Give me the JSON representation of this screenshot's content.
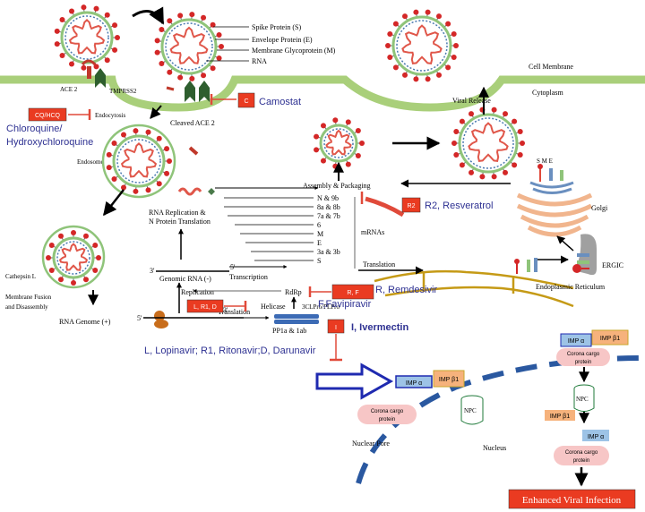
{
  "labels": {
    "spike": "Spike Protein (S)",
    "envelope": "Envelope Protein (E)",
    "membrane": "Membrane Glycoprotein (M)",
    "rna": "RNA",
    "cell_membrane": "Cell Membrane",
    "cytoplasm": "Cytoplasm",
    "viral_release": "Viral Release",
    "ace2": "ACE 2",
    "tmprss2": "TMPRSS2",
    "cleaved_ace2": "Cleaved ACE 2",
    "endocytosis": "Endocytosis",
    "endosome": "Endosome",
    "assembly": "Assembly & Packaging",
    "rna_rep_1": "RNA Replication &",
    "rna_rep_2": "N Protein Translation",
    "golgi": "Golgi",
    "ergic": "ERGIC",
    "mrnas": "mRNAs",
    "cathepsin": "Cathepsin L",
    "fusion_1": "Membrane Fusion",
    "fusion_2": "and Disassembly",
    "genomic_rna": "Genomic RNA (-)",
    "transcription": "Transcription",
    "translation_top": "Translation",
    "replication": "Replication",
    "rdrp": "RdRp",
    "helicase": "Helicase",
    "cl_pro": "3CLPro/PLPro",
    "translation_bottom": "Translation",
    "rna_genome": "RNA Genome (+)",
    "pp1a": "PP1a & 1ab",
    "er": "Endoplasmic Reticulum",
    "nuclear_pore": "Nuclear Pore",
    "nucleus": "Nucleus",
    "npc": "NPC",
    "imp_a": "IMP α",
    "imp_b": "IMP β1",
    "cargo_1": "Corona cargo",
    "cargo_2": "protein",
    "smE": "S    M    E",
    "three_prime": "3'",
    "five_prime": "5'",
    "enhanced": "Enhanced Viral Infection"
  },
  "mrna_labels": [
    "N & 9b",
    "8a & 8b",
    "7a & 7b",
    "6",
    "M",
    "E",
    "3a & 3b",
    "S"
  ],
  "drugs": {
    "cq_box": "CQ/HCQ",
    "cq_name_1": "Chloroquine/",
    "cq_name_2": "Hydroxychloroquine",
    "c_box": "C",
    "c_name": "Camostat",
    "r2_box": "R2",
    "r2_name": "R2, Resveratrol",
    "rf_box": "R, F",
    "r_name": "R, Remdesivir",
    "f_name": "F,Favipiravir",
    "lrd_box": "L, R1, D",
    "lrd_name": "L, Lopinavir; R1, Ritonavir;D, Darunavir",
    "i_box": "I",
    "i_name": "I, Ivermectin"
  },
  "colors": {
    "virus_membrane": "#8fc47a",
    "spike_red": "#d42727",
    "rna_red": "#e0574a",
    "drug_box": "#ea3b21",
    "drug_text": "#2e3192",
    "inhibit": "#e04a3a",
    "cell_membrane": "#a9cf7a",
    "er": "#c59a16",
    "golgi": "#f1b58d",
    "nucleus": "#2a58a0",
    "imp_a": "#9dc3e6",
    "imp_b": "#f6b27c",
    "cargo": "#f7c6c6",
    "blue_arrow": "#1f2ab0"
  }
}
